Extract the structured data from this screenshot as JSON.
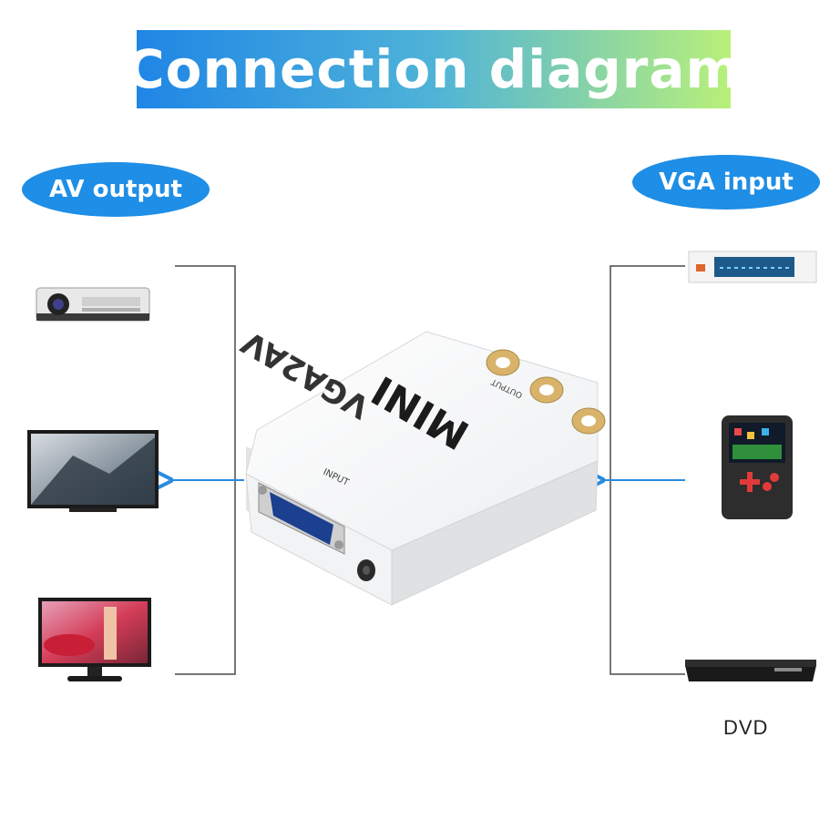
{
  "title": "Connection diagram",
  "labels": {
    "av_output": "AV output",
    "vga_input": "VGA input",
    "dvd": "DVD"
  },
  "device": {
    "top_text_1": "VGA2AV",
    "top_text_2": "MINI",
    "port_input": "INPUT",
    "port_output": "OUTPUT"
  },
  "colors": {
    "banner_start": "#1f86e6",
    "banner_end": "#b9f07a",
    "pill": "#1e8ee6",
    "arrow": "#2a8be0"
  },
  "icons": {
    "left": [
      "projector-icon",
      "tv-icon",
      "monitor-icon"
    ],
    "right": [
      "set-top-box-icon",
      "handheld-game-icon",
      "dvd-player-icon"
    ]
  }
}
